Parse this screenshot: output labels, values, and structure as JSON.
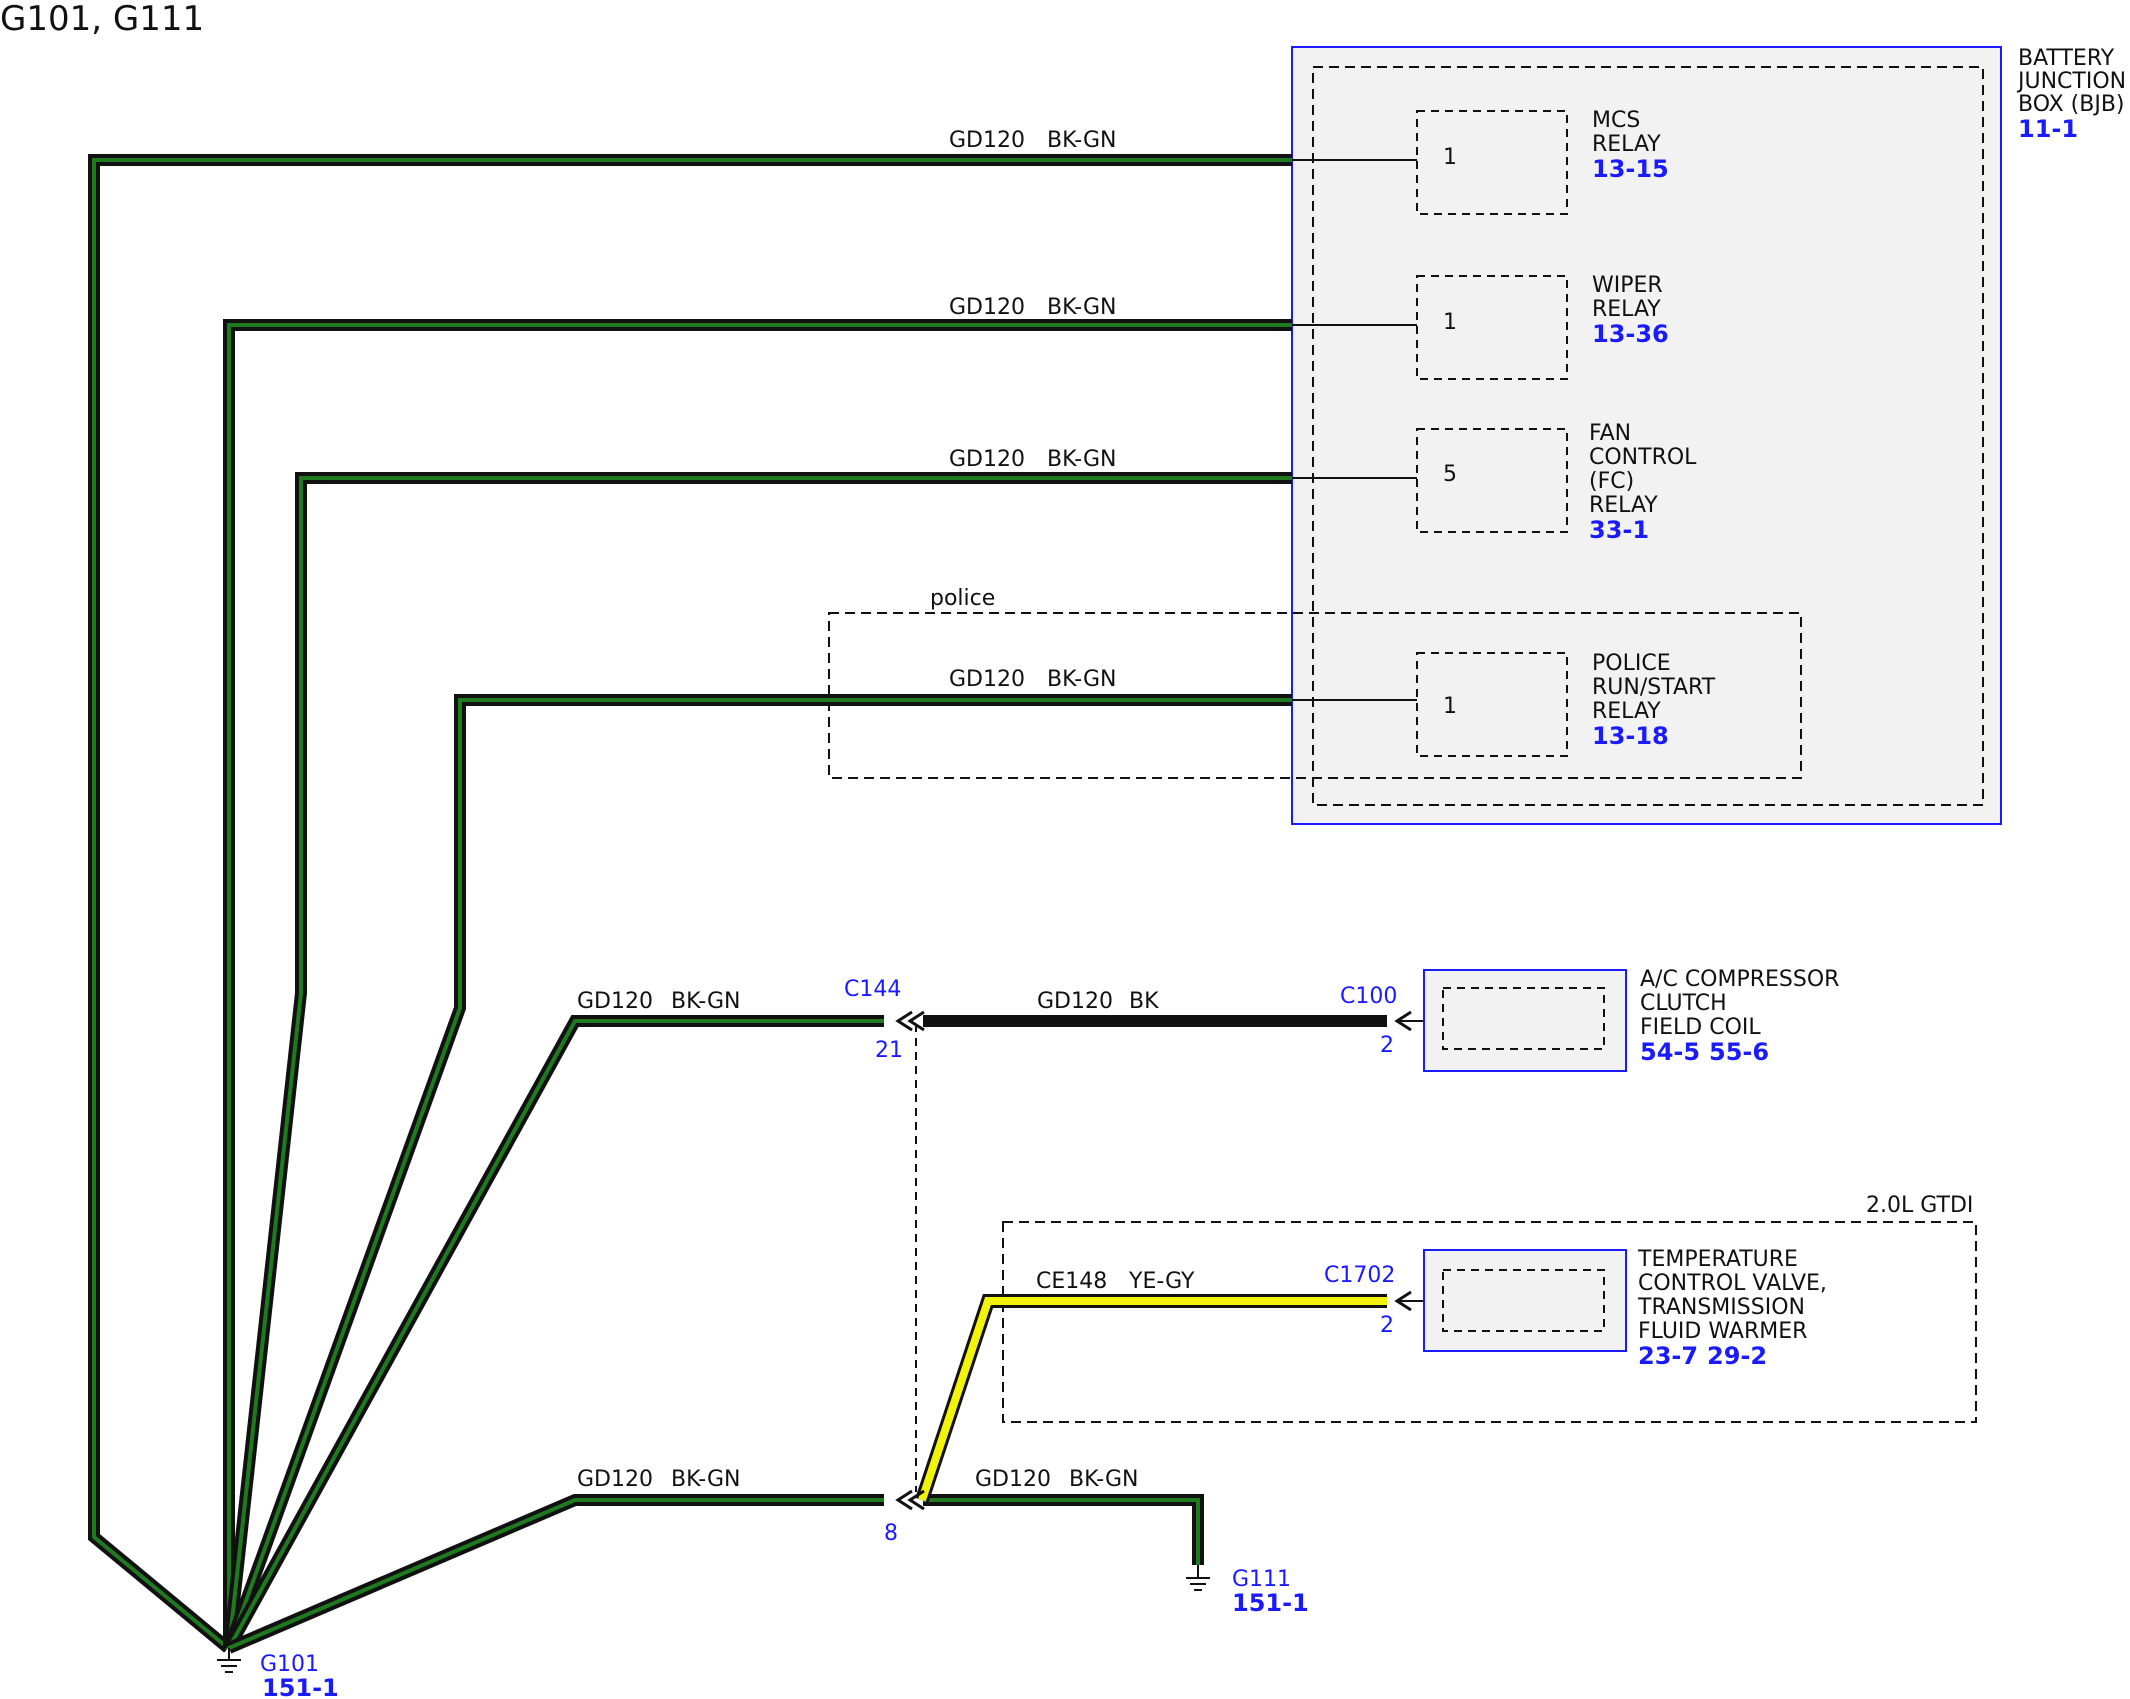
{
  "title": "G101, G111",
  "colors": {
    "wire_black": "#111111",
    "wire_green": "#1f7a1f",
    "wire_yellow": "#f2f20a",
    "link_blue": "#1a1aff",
    "box_fill": "#f2f2f2"
  },
  "bjb": {
    "name_lines": [
      "BATTERY",
      "JUNCTION",
      "BOX (BJB)"
    ],
    "ref": "11-1",
    "components": [
      {
        "pin": "1",
        "name_lines": [
          "MCS",
          "RELAY"
        ],
        "ref": "13-15",
        "wire": "GD120",
        "color": "BK-GN"
      },
      {
        "pin": "1",
        "name_lines": [
          "WIPER",
          "RELAY"
        ],
        "ref": "13-36",
        "wire": "GD120",
        "color": "BK-GN"
      },
      {
        "pin": "5",
        "name_lines": [
          "FAN",
          "CONTROL",
          "(FC)",
          "RELAY"
        ],
        "ref": "33-1",
        "wire": "GD120",
        "color": "BK-GN"
      },
      {
        "pin": "1",
        "name_lines": [
          "POLICE",
          "RUN/START",
          "RELAY"
        ],
        "ref": "13-18",
        "wire": "GD120",
        "color": "BK-GN"
      }
    ]
  },
  "police_label": "police",
  "gtdi_label": "2.0L GTDI",
  "splice_upper": {
    "connector": "C144",
    "pin": "21"
  },
  "splice_lower": {
    "pin": "8"
  },
  "ac_clutch": {
    "connector": "C100",
    "pin": "2",
    "name_lines": [
      "A/C COMPRESSOR",
      "CLUTCH",
      "FIELD COIL"
    ],
    "refs": [
      "54-5",
      "55-6"
    ],
    "wire": "GD120",
    "color": "BK"
  },
  "temp_valve": {
    "connector": "C1702",
    "pin": "2",
    "name_lines": [
      "TEMPERATURE",
      "CONTROL VALVE,",
      "TRANSMISSION",
      "FLUID WARMER"
    ],
    "refs": [
      "23-7",
      "29-2"
    ],
    "wire": "CE148",
    "color": "YE-GY"
  },
  "ground_wires": {
    "upper_left": {
      "wire": "GD120",
      "color": "BK-GN"
    },
    "lower_left": {
      "wire": "GD120",
      "color": "BK-GN"
    },
    "lower_right": {
      "wire": "GD120",
      "color": "BK-GN"
    }
  },
  "grounds": [
    {
      "name": "G101",
      "ref": "151-1"
    },
    {
      "name": "G111",
      "ref": "151-1"
    }
  ]
}
